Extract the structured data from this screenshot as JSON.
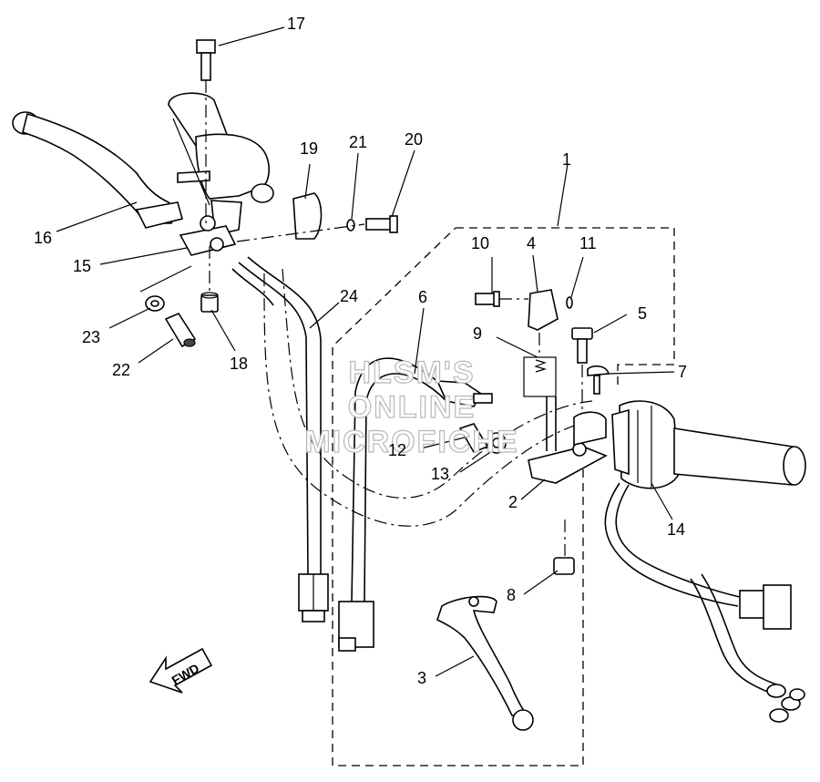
{
  "callouts": [
    "1",
    "2",
    "3",
    "4",
    "5",
    "6",
    "7",
    "8",
    "9",
    "10",
    "11",
    "12",
    "13",
    "14",
    "15",
    "16",
    "17",
    "18",
    "19",
    "20",
    "21",
    "22",
    "23",
    "24"
  ],
  "watermark": [
    "HLSM'S",
    "ONLINE",
    "MICROFICHE"
  ],
  "fwd_label": "FWD"
}
